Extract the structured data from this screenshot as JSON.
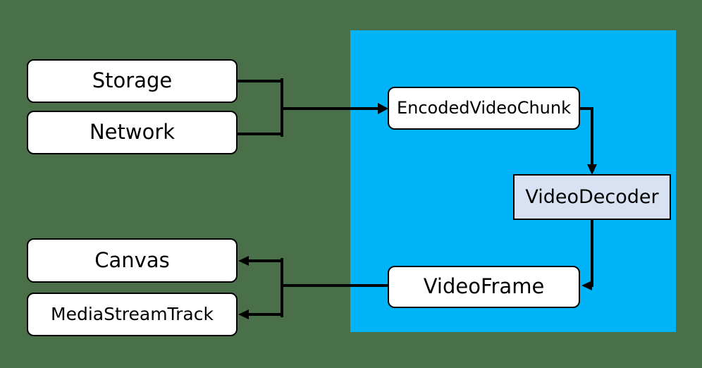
{
  "diagram": {
    "description": "Video decode data flow diagram",
    "panel": {
      "name": "webcodecs-region"
    },
    "nodes": {
      "storage": {
        "label": "Storage"
      },
      "network": {
        "label": "Network"
      },
      "encoded_video_chunk": {
        "label": "EncodedVideoChunk"
      },
      "video_decoder": {
        "label": "VideoDecoder"
      },
      "video_frame": {
        "label": "VideoFrame"
      },
      "canvas": {
        "label": "Canvas"
      },
      "media_stream_track": {
        "label": "MediaStreamTrack"
      }
    },
    "edges": [
      {
        "from": "Storage",
        "to": "EncodedVideoChunk"
      },
      {
        "from": "Network",
        "to": "EncodedVideoChunk"
      },
      {
        "from": "EncodedVideoChunk",
        "to": "VideoDecoder"
      },
      {
        "from": "VideoDecoder",
        "to": "VideoFrame"
      },
      {
        "from": "VideoFrame",
        "to": "Canvas"
      },
      {
        "from": "VideoFrame",
        "to": "MediaStreamTrack"
      }
    ]
  },
  "colors": {
    "background": "#4a7049",
    "panel": "#00b4f7",
    "node_fill": "#ffffff",
    "decoder_fill": "#d9e2f3",
    "line": "#000000",
    "text": "#000000"
  }
}
